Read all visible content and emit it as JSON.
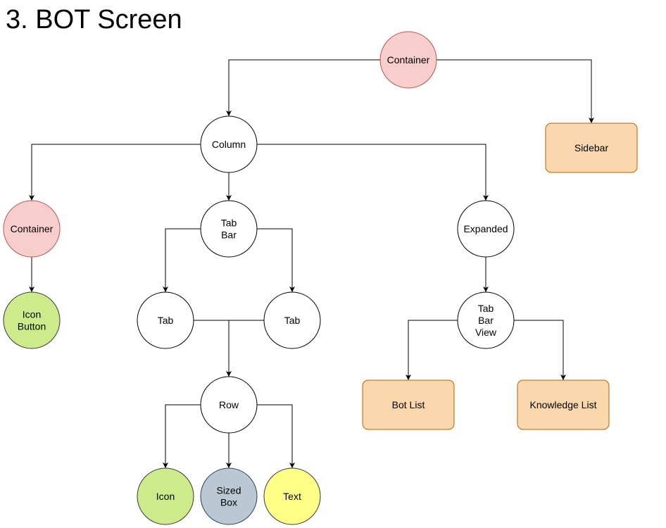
{
  "title": "3. BOT Screen",
  "palette": {
    "stroke": "#000000",
    "white_fill": "#ffffff",
    "red_fill": "#f8cecc",
    "red_stroke": "#b85450",
    "green_fill": "#cdeb8b",
    "green_stroke": "#36393d",
    "blue_fill": "#bac8d3",
    "blue_stroke": "#23445d",
    "yellow_fill": "#ffff88",
    "yellow_stroke": "#36393d",
    "orange_fill": "#fad7ac",
    "orange_stroke": "#b46504"
  },
  "nodes": [
    {
      "id": "container-root",
      "shape": "circle",
      "style": "red",
      "lines": [
        "Container"
      ]
    },
    {
      "id": "sidebar",
      "shape": "rect",
      "style": "orange",
      "lines": [
        "Sidebar"
      ]
    },
    {
      "id": "column",
      "shape": "circle",
      "style": "white",
      "lines": [
        "Column"
      ]
    },
    {
      "id": "container-left",
      "shape": "circle",
      "style": "red",
      "lines": [
        "Container"
      ]
    },
    {
      "id": "icon-button",
      "shape": "circle",
      "style": "green",
      "lines": [
        "Icon",
        "Button"
      ]
    },
    {
      "id": "tab-bar",
      "shape": "circle",
      "style": "white",
      "lines": [
        "Tab",
        "Bar"
      ]
    },
    {
      "id": "tab-1",
      "shape": "circle",
      "style": "white",
      "lines": [
        "Tab"
      ]
    },
    {
      "id": "tab-2",
      "shape": "circle",
      "style": "white",
      "lines": [
        "Tab"
      ]
    },
    {
      "id": "row",
      "shape": "circle",
      "style": "white",
      "lines": [
        "Row"
      ]
    },
    {
      "id": "icon",
      "shape": "circle",
      "style": "green",
      "lines": [
        "Icon"
      ]
    },
    {
      "id": "sized-box",
      "shape": "circle",
      "style": "blue",
      "lines": [
        "Sized",
        "Box"
      ]
    },
    {
      "id": "text",
      "shape": "circle",
      "style": "yellow",
      "lines": [
        "Text"
      ]
    },
    {
      "id": "expanded",
      "shape": "circle",
      "style": "white",
      "lines": [
        "Expanded"
      ]
    },
    {
      "id": "tab-bar-view",
      "shape": "circle",
      "style": "white",
      "lines": [
        "Tab",
        "Bar",
        "View"
      ]
    },
    {
      "id": "bot-list",
      "shape": "rect",
      "style": "orange",
      "lines": [
        "Bot List"
      ]
    },
    {
      "id": "knowledge-list",
      "shape": "rect",
      "style": "orange",
      "lines": [
        "Knowledge List"
      ]
    }
  ],
  "edges": [
    {
      "from": "container-root",
      "to": "column",
      "arrow": true
    },
    {
      "from": "container-root",
      "to": "sidebar",
      "arrow": true
    },
    {
      "from": "column",
      "to": "container-left",
      "arrow": true
    },
    {
      "from": "column",
      "to": "tab-bar",
      "arrow": true
    },
    {
      "from": "column",
      "to": "expanded",
      "arrow": true
    },
    {
      "from": "container-left",
      "to": "icon-button",
      "arrow": true
    },
    {
      "from": "tab-bar",
      "to": "tab-1",
      "arrow": true
    },
    {
      "from": "tab-bar",
      "to": "tab-2",
      "arrow": true
    },
    {
      "from": "tab-1",
      "to": "row",
      "arrow": true
    },
    {
      "from": "tab-2",
      "to": "row",
      "arrow": false
    },
    {
      "from": "row",
      "to": "icon",
      "arrow": true
    },
    {
      "from": "row",
      "to": "sized-box",
      "arrow": true
    },
    {
      "from": "row",
      "to": "text",
      "arrow": true
    },
    {
      "from": "expanded",
      "to": "tab-bar-view",
      "arrow": true
    },
    {
      "from": "tab-bar-view",
      "to": "bot-list",
      "arrow": true
    },
    {
      "from": "tab-bar-view",
      "to": "knowledge-list",
      "arrow": true
    }
  ]
}
